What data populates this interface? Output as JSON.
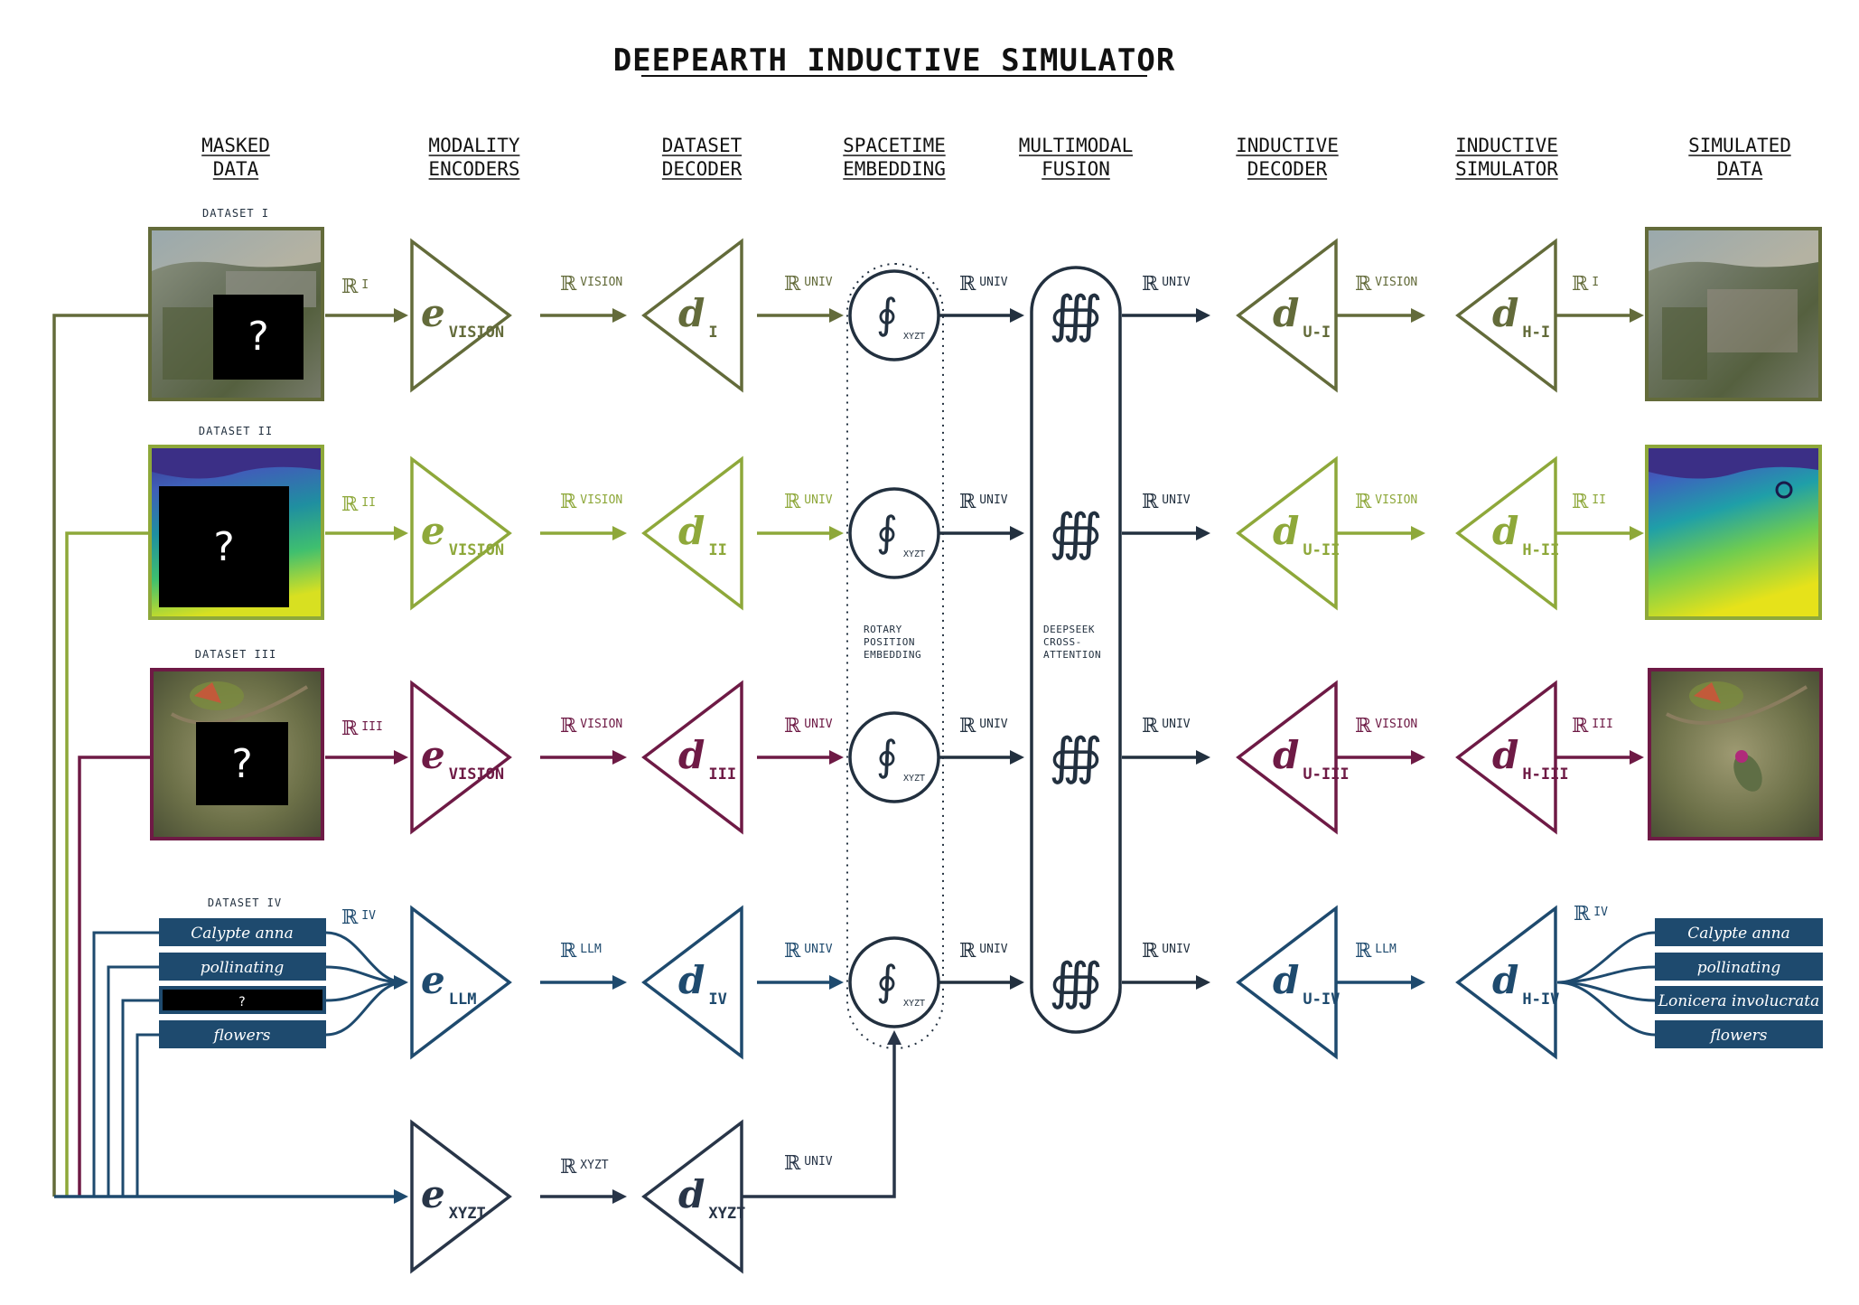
{
  "title": "DEEPEARTH INDUCTIVE SIMULATOR",
  "columns": [
    {
      "line1": "MASKED",
      "line2": "DATA"
    },
    {
      "line1": "MODALITY",
      "line2": "ENCODERS"
    },
    {
      "line1": "DATASET",
      "line2": "DECODER"
    },
    {
      "line1": "SPACETIME",
      "line2": "EMBEDDING"
    },
    {
      "line1": "MULTIMODAL",
      "line2": "FUSION"
    },
    {
      "line1": "INDUCTIVE",
      "line2": "DECODER"
    },
    {
      "line1": "INDUCTIVE",
      "line2": "SIMULATOR"
    },
    {
      "line1": "SIMULATED",
      "line2": "DATA"
    }
  ],
  "colors": {
    "row1": "#636b3a",
    "row2": "#8ea83a",
    "row3": "#6e1a45",
    "row4": "#1e4a6e",
    "row5": "#283548",
    "dark": "#22303f"
  },
  "symbols": {
    "reals": "ℝ",
    "contour": "∮",
    "fusion": "∰",
    "mask": "?"
  },
  "rows": [
    {
      "dataset_label": "DATASET I",
      "in_space": "I",
      "encoder": {
        "letter": "e",
        "sub": "VISION"
      },
      "enc_space": "VISION",
      "decoder": {
        "letter": "d",
        "sub": "I"
      },
      "dec_space": "UNIV",
      "emb_space": "UNIV",
      "fus_space": "UNIV",
      "ind_decoder": {
        "letter": "d",
        "sub": "U-I"
      },
      "ind_space": "VISION",
      "simulator": {
        "letter": "d",
        "sub": "H-I"
      },
      "out_space": "I",
      "xyzt": "XYZT"
    },
    {
      "dataset_label": "DATASET II",
      "in_space": "II",
      "encoder": {
        "letter": "e",
        "sub": "VISION"
      },
      "enc_space": "VISION",
      "decoder": {
        "letter": "d",
        "sub": "II"
      },
      "dec_space": "UNIV",
      "emb_space": "UNIV",
      "fus_space": "UNIV",
      "ind_decoder": {
        "letter": "d",
        "sub": "U-II"
      },
      "ind_space": "VISION",
      "simulator": {
        "letter": "d",
        "sub": "H-II"
      },
      "out_space": "II",
      "xyzt": "XYZT"
    },
    {
      "dataset_label": "DATASET III",
      "in_space": "III",
      "encoder": {
        "letter": "e",
        "sub": "VISION"
      },
      "enc_space": "VISION",
      "decoder": {
        "letter": "d",
        "sub": "III"
      },
      "dec_space": "UNIV",
      "emb_space": "UNIV",
      "fus_space": "UNIV",
      "ind_decoder": {
        "letter": "d",
        "sub": "U-III"
      },
      "ind_space": "VISION",
      "simulator": {
        "letter": "d",
        "sub": "H-III"
      },
      "out_space": "III",
      "xyzt": "XYZT"
    },
    {
      "dataset_label": "DATASET IV",
      "in_space": "IV",
      "encoder": {
        "letter": "e",
        "sub": "LLM"
      },
      "enc_space": "LLM",
      "decoder": {
        "letter": "d",
        "sub": "IV"
      },
      "dec_space": "UNIV",
      "emb_space": "UNIV",
      "fus_space": "UNIV",
      "ind_decoder": {
        "letter": "d",
        "sub": "U-IV"
      },
      "ind_space": "LLM",
      "simulator": {
        "letter": "d",
        "sub": "H-IV"
      },
      "out_space": "IV",
      "xyzt": "XYZT"
    }
  ],
  "text_tokens_in": [
    "Calypte anna",
    "pollinating",
    "?",
    "flowers"
  ],
  "text_tokens_out": [
    "Calypte anna",
    "pollinating",
    "Lonicera involucrata",
    "flowers"
  ],
  "xyzt_row": {
    "encoder": {
      "letter": "e",
      "sub": "XYZT"
    },
    "enc_space": "XYZT",
    "decoder": {
      "letter": "d",
      "sub": "XYZT"
    },
    "dec_space": "UNIV"
  },
  "annotations": {
    "rope": [
      "ROTARY",
      "POSITION",
      "EMBEDDING"
    ],
    "fusion": [
      "DEEPSEEK",
      "CROSS-",
      "ATTENTION"
    ]
  }
}
